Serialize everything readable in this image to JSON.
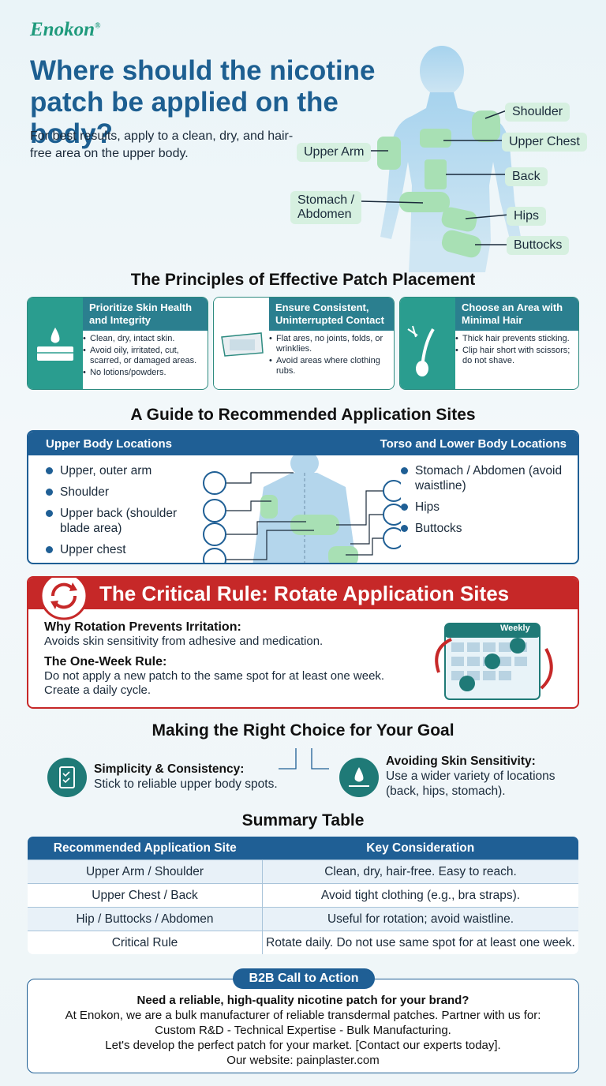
{
  "brand": {
    "name": "Enokon",
    "mark": "®"
  },
  "hero": {
    "title": "Where should the nicotine patch be applied on the body?",
    "subtitle": "For best results, apply to a clean, dry, and hair-free area on the upper body.",
    "labels": {
      "shoulder": "Shoulder",
      "upper_chest": "Upper Chest",
      "upper_arm": "Upper Arm",
      "back": "Back",
      "stomach_line1": "Stomach /",
      "stomach_line2": "Abdomen",
      "hips": "Hips",
      "buttocks": "Buttocks"
    }
  },
  "principles": {
    "title": "The Principles of Effective Patch Placement",
    "cards": [
      {
        "title": "Prioritize Skin Health and Integrity",
        "icon": "skin-drop-icon",
        "points": [
          "Clean, dry, intact skin.",
          "Avoid oily, irritated, cut, scarred, or damaged areas.",
          "No lotions/powders."
        ]
      },
      {
        "title": "Ensure Consistent, Uninterrupted Contact",
        "icon": "patch-icon",
        "points": [
          "Flat ares, no joints, folds, or wrinklies.",
          "Avoid areas where clothing rubs."
        ]
      },
      {
        "title": "Choose an Area with Minimal Hair",
        "icon": "hair-follicle-icon",
        "points": [
          "Thick hair prevents sticking.",
          "Clip hair short with scissors; do not shave."
        ]
      }
    ]
  },
  "guide": {
    "title": "A Guide to Recommended Application Sites",
    "upper_heading": "Upper Body Locations",
    "lower_heading": "Torso and Lower Body Locations",
    "upper_items": [
      "Upper, outer arm",
      "Shoulder",
      "Upper back (shoulder blade area)",
      "Upper chest"
    ],
    "lower_items": [
      "Stomach / Abdomen (avoid waistline)",
      "Hips",
      "Buttocks"
    ]
  },
  "rule": {
    "title": "The Critical Rule: Rotate Application Sites",
    "why_title": "Why Rotation Prevents Irritation:",
    "why_text": "Avoids skin sensitivity from adhesive and medication.",
    "week_title": "The One-Week Rule:",
    "week_text": "Do not apply a new patch to the same spot for at least one week. Create a daily cycle.",
    "calendar_label": "Weekly"
  },
  "goal": {
    "title": "Making the Right Choice for Your Goal",
    "left_title": "Simplicity & Consistency:",
    "left_text": "Stick to reliable upper body spots.",
    "right_title": "Avoiding Skin Sensitivity:",
    "right_text": "Use a wider variety of locations (back, hips, stomach)."
  },
  "summary": {
    "title": "Summary Table",
    "headers": [
      "Recommended Application Site",
      "Key Consideration"
    ],
    "rows": [
      [
        "Upper Arm / Shoulder",
        "Clean, dry, hair-free. Easy to reach."
      ],
      [
        "Upper Chest / Back",
        "Avoid tight clothing (e.g., bra straps)."
      ],
      [
        "Hip / Buttocks / Abdomen",
        "Useful for rotation; avoid waistline."
      ],
      [
        "Critical Rule",
        "Rotate daily. Do not use same spot for at least one week."
      ]
    ]
  },
  "cta": {
    "badge": "B2B Call to Action",
    "headline": "Need a reliable, high-quality nicotine patch for your brand?",
    "line1": "At Enokon, we are a bulk manufacturer of reliable transdermal patches. Partner with us for:",
    "line2": "Custom R&D  - Technical Expertise - Bulk Manufacturing.",
    "line3": "Let's develop the perfect patch for your market. [Contact our experts today].",
    "line4": "Our website: painplaster.com"
  },
  "colors": {
    "navy": "#1f5f95",
    "teal": "#2a9d8f",
    "red": "#c62828",
    "patch_green": "#a8e0b4",
    "body_blue": "#a9d2ec"
  }
}
